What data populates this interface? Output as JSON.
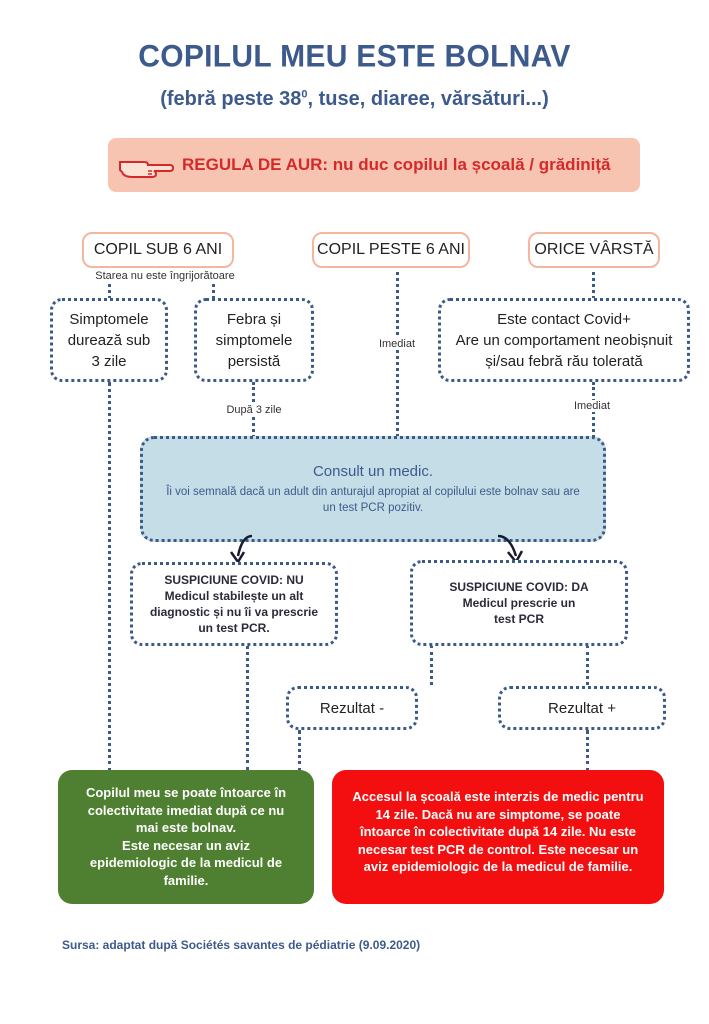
{
  "header": {
    "title": "COPILUL MEU ESTE BOLNAV",
    "subtitle_prefix": "(febră peste 38",
    "subtitle_sup": "0",
    "subtitle_suffix": ", tuse, diaree, vărsături...)"
  },
  "rule": {
    "text": "REGULA DE AUR: nu duc copilul la școală / grădiniță",
    "icon": "pointing-hand-icon"
  },
  "age_groups": {
    "under6": "COPIL SUB 6 ANI",
    "over6": "COPIL PESTE 6 ANI",
    "any": "ORICE VÂRSTĂ"
  },
  "notes": {
    "state": "Starea nu este îngrijorătoare",
    "immediately_left": "Imediat",
    "after3days": "După 3 zile",
    "immediately_right": "Imediat"
  },
  "boxes": {
    "symptoms_3days": [
      "Simptomele",
      "durează sub",
      "3 zile"
    ],
    "fever_persists": [
      "Febra și",
      "simptomele",
      "persistă"
    ],
    "contact": [
      "Este contact Covid+",
      "Are un comportament neobișnuit",
      "și/sau febră rău tolerată"
    ]
  },
  "consult": {
    "title": "Consult un medic.",
    "text": "Îi voi semnală dacă un adult din anturajul apropiat al copilului este bolnav sau are un test PCR pozitiv."
  },
  "suspicion_no": [
    "SUSPICIUNE COVID: NU",
    "Medicul stabilește un alt",
    "diagnostic și nu îi va prescrie",
    "un test PCR."
  ],
  "suspicion_yes": [
    "SUSPICIUNE COVID: DA",
    "Medicul prescrie un",
    "test PCR"
  ],
  "results": {
    "negative": "Rezultat -",
    "positive": "Rezultat +"
  },
  "outcome_green": [
    "Copilul meu se poate întoarce în",
    "colectivitate imediat după ce nu",
    "mai este bolnav.",
    "Este necesar un aviz",
    "epidemiologic de la medicul de",
    "familie."
  ],
  "outcome_red": [
    "Accesul la școală este interzis de medic pentru",
    "14 zile. Dacă nu are simptome, se poate",
    "întoarce în colectivitate după 14 zile. Nu este",
    "necesar test PCR de control. Este necesar un",
    "aviz epidemiologic de la medicul de familie."
  ],
  "source": "Sursa: adaptat după Sociétés savantes de pédiatrie (9.09.2020)",
  "colors": {
    "title": "#3d5a8c",
    "rule_bg": "#f7c4b2",
    "rule_text": "#d42a2a",
    "consult_bg": "#c5dde6",
    "green": "#4f7f31",
    "red": "#f30f0f",
    "dots": "#3c5a88",
    "pill_border": "#f3b79f"
  }
}
